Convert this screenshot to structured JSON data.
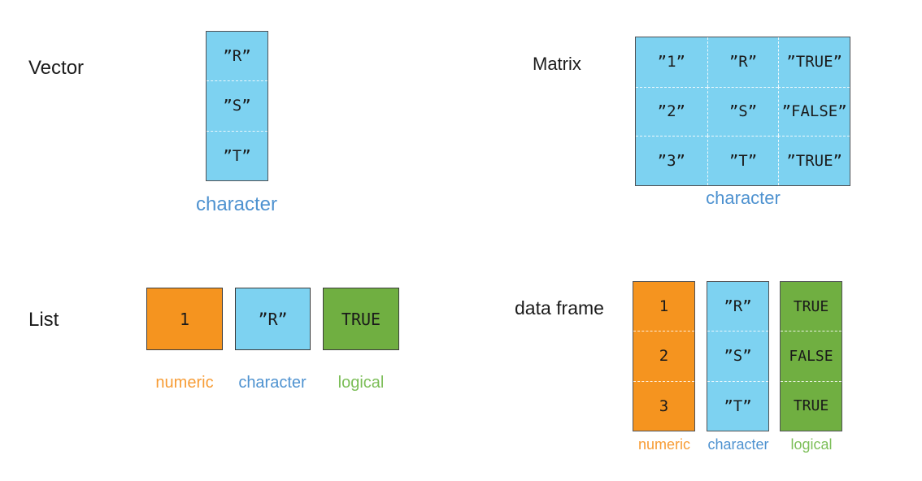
{
  "palette": {
    "blue_fill": "#7DD2F1",
    "orange_fill": "#F5941F",
    "green_fill": "#70AF41",
    "blue_label": "#4E92D0",
    "orange_label": "#F79C35",
    "green_label": "#7CBE58",
    "cell_border": "#515256",
    "box_border": "#3C3C3C",
    "title_text": "#1B1B1B"
  },
  "vector": {
    "title": "Vector",
    "cells": [
      "”R”",
      "”S”",
      "”T”"
    ],
    "type_label": "character"
  },
  "matrix": {
    "title": "Matrix",
    "rows": [
      [
        "”1”",
        "”R”",
        "”TRUE”"
      ],
      [
        "”2”",
        "”S”",
        "”FALSE”"
      ],
      [
        "”3”",
        "”T”",
        "”TRUE”"
      ]
    ],
    "type_label": "character"
  },
  "list": {
    "title": "List",
    "items": [
      {
        "value": "1",
        "type": "numeric"
      },
      {
        "value": "”R”",
        "type": "character"
      },
      {
        "value": "TRUE",
        "type": "logical"
      }
    ]
  },
  "data_frame": {
    "title": "data frame",
    "columns": [
      {
        "cells": [
          "1",
          "2",
          "3"
        ],
        "type": "numeric"
      },
      {
        "cells": [
          "”R”",
          "”S”",
          "”T”"
        ],
        "type": "character"
      },
      {
        "cells": [
          "TRUE",
          "FALSE",
          "TRUE"
        ],
        "type": "logical"
      }
    ]
  }
}
